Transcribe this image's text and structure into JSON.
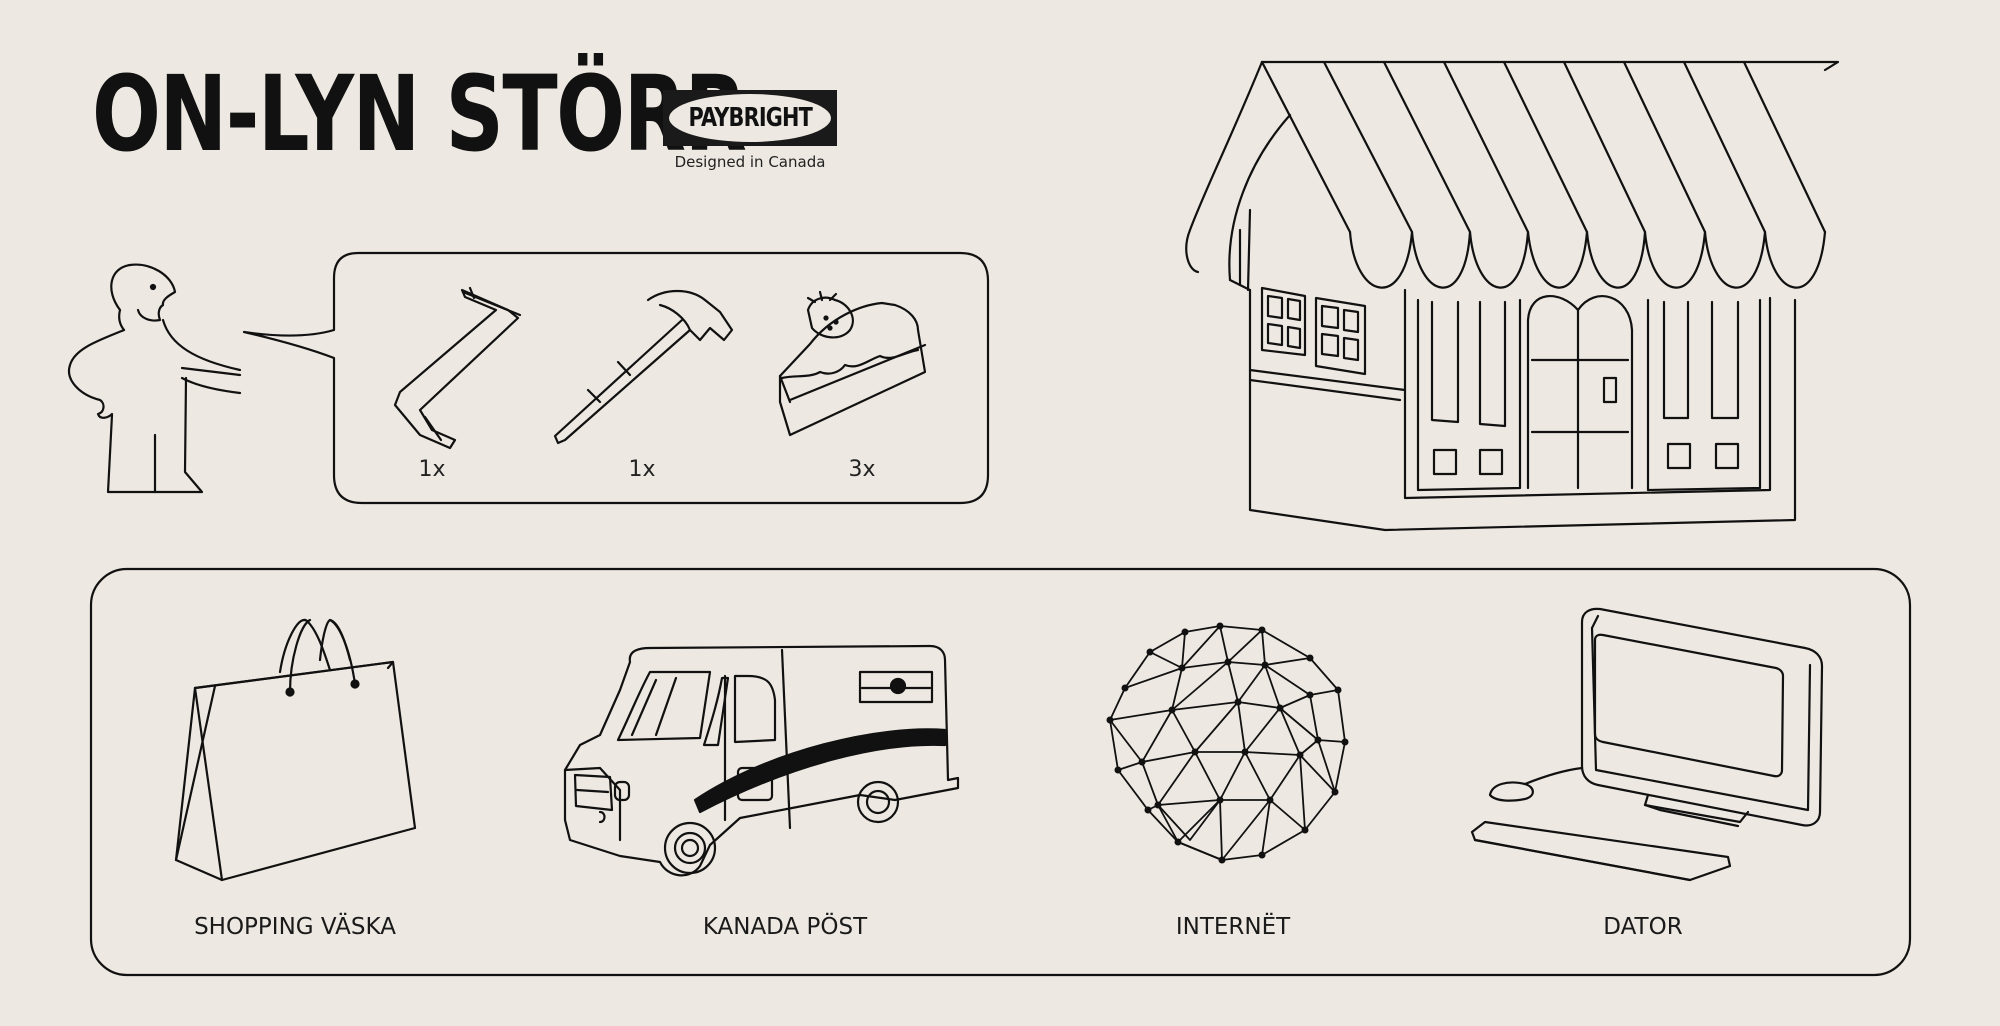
{
  "header": {
    "title": "ON-LYN STÖRR",
    "logo_name": "PAYBRIGHT",
    "logo_tagline": "Designed in Canada"
  },
  "tools": [
    {
      "icon": "allen-key-icon",
      "quantity": "1x"
    },
    {
      "icon": "hammer-icon",
      "quantity": "1x"
    },
    {
      "icon": "cake-slice-icon",
      "quantity": "3x"
    }
  ],
  "items": [
    {
      "icon": "shopping-bag-icon",
      "label": "SHOPPING VÄSKA"
    },
    {
      "icon": "delivery-truck-icon",
      "label": "KANADA PÖST"
    },
    {
      "icon": "geodesic-globe-icon",
      "label": "INTERNËT"
    },
    {
      "icon": "computer-icon",
      "label": "DATOR"
    }
  ],
  "illustrations": [
    "person-icon",
    "storefront-icon"
  ],
  "colors": {
    "background": "#ede8e1",
    "ink": "#111111"
  }
}
